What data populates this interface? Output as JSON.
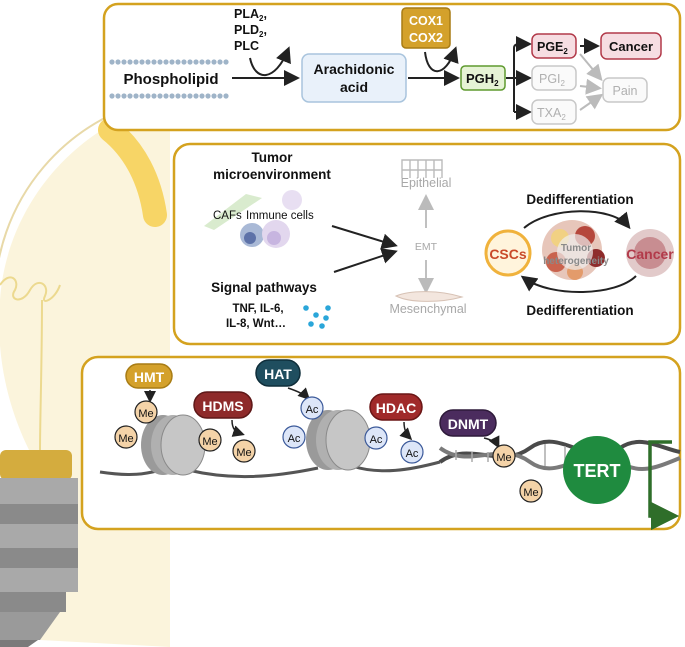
{
  "panel1": {
    "enzymes": [
      "PLA",
      "PLD",
      "PLC"
    ],
    "enzyme_sub": "2",
    "phospholipid": "Phospholipid",
    "arachidonic_1": "Arachidonic",
    "arachidonic_2": "acid",
    "cox1": "COX1",
    "cox2": "COX2",
    "pgh": "PGH",
    "pge": "PGE",
    "pgi": "PGI",
    "txa": "TXA",
    "sub2": "2",
    "cancer": "Cancer",
    "pain": "Pain"
  },
  "panel2": {
    "tumor_1": "Tumor",
    "tumor_2": "microenvironment",
    "cafs": "CAFs",
    "immune": "Immune cells",
    "signal": "Signal pathways",
    "cytokines_1": "TNF, IL-6,",
    "cytokines_2": "IL-8, Wnt…",
    "epithelial": "Epithelial",
    "emt": "EMT",
    "mesenchymal": "Mesenchymal",
    "dediff_top": "Dedifferentiation",
    "dediff_bottom": "Dedifferentiation",
    "cscs": "CSCs",
    "cancer": "Cancer",
    "heterogeneity_1": "Tumor",
    "heterogeneity_2": "heterogeneity"
  },
  "panel3": {
    "hmt": "HMT",
    "hdms": "HDMS",
    "hat": "HAT",
    "hdac": "HDAC",
    "dnmt": "DNMT",
    "me": "Me",
    "ac": "Ac",
    "tert": "TERT"
  },
  "colors": {
    "border": "#d4a21f",
    "bulb_fill": "#fbf4dc",
    "yellow_highlight": "#f7d566",
    "cap": "#d4ac3e",
    "hmt": "#d4a12b",
    "hdms": "#8e2a2a",
    "hat": "#1f4e5f",
    "hdac": "#a02a2a",
    "dnmt": "#4b2c5e",
    "tert": "#1f8b3f",
    "cancer": "#b23a4a",
    "pge_fill": "#f6dde2",
    "pgh_fill": "#e6f3d5",
    "arach_fill": "#e9f1fa"
  }
}
